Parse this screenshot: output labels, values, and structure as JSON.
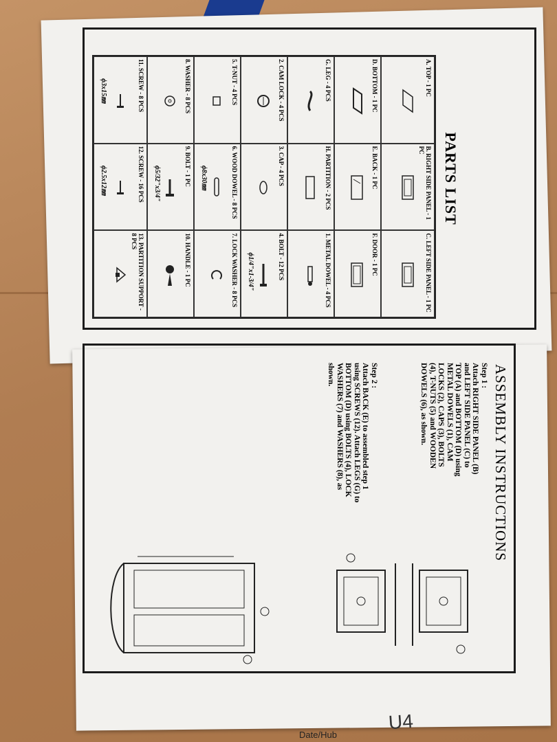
{
  "parts_list": {
    "title": "PARTS LIST",
    "rows": [
      [
        "A. TOP - 1 PC",
        "B. RIGHT SIDE PANEL - 1 PC",
        "C. LEFT SIDE PANEL - 1 PC"
      ],
      [
        "D. BOTTOM - 1 PC",
        "E. BACK - 1 PC",
        "F. DOOR - 1 PC"
      ],
      [
        "G. LEG - 4 PCS",
        "H. PARTITION - 2 PCS",
        "1. METAL DOWEL - 4 PCS"
      ],
      [
        "2. CAM LOCK - 4 PCS",
        "3. CAP - 4 PCS",
        "4. BOLT - 12 PCS"
      ],
      [
        "5. T-NUT - 4 PCS",
        "6. WOOD DOWEL - 8 PCS",
        "7. LOCK WASHER - 8 PCS"
      ],
      [
        "8. WASHER - 8 PCS",
        "9. BOLT - 1 PC",
        "10. HANDLE - 1 PC"
      ],
      [
        "11. SCREW - 8 PCS",
        "12. SCREW - 16 PCS",
        "13. PARTITION SUPPORT - 8 PCS"
      ]
    ],
    "specs": {
      "bolt4": "ϕ1/4\"x1-3/4\"",
      "wood_dowel": "ϕ8x30㎜",
      "bolt9": "ϕ5/32\"x3/4\"",
      "screw11": "ϕ3x15㎜",
      "screw12": "ϕ2.5x12㎜"
    }
  },
  "assembly": {
    "title": "ASSEMBLY INSTRUCTIONS",
    "step1_heading": "Step 1 :",
    "step1_text": "Attach RIGHT SIDE PANEL (B) and LEFT SIDE PANEL (C) to TOP (A) and BOTTOM (D) using METAL DOWELS (1), CAM LOCKS (2), CAPS (3), BOLTS (4), T-NUTS (5) and WOODEN DOWELS (6), as shown.",
    "step2_heading": "Step 2 :",
    "step2_text": "Attach BACK (E) to assembled step 1 using SCREWS (12). Attach LEGS (G) to BOTTOM (D) using BOLTS (4), LOCK WASHERS (7) and WASHERS (8), as shown."
  },
  "box_label": {
    "date_hub": "Date/Hub",
    "handwritten": "U4"
  }
}
